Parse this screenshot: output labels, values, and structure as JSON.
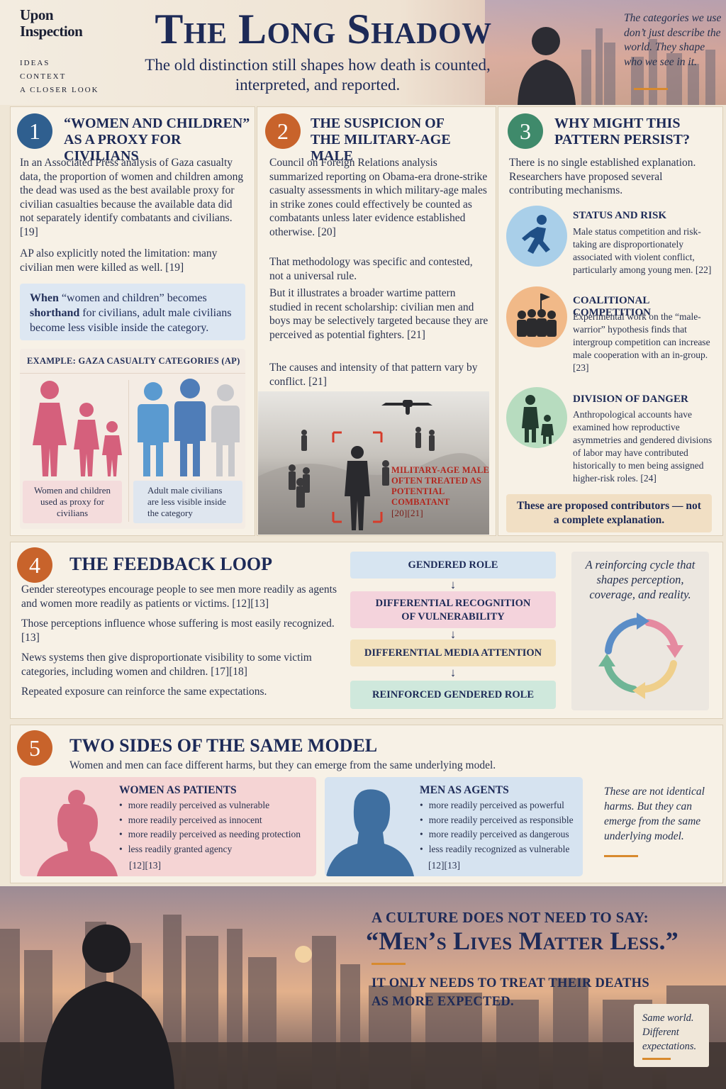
{
  "header": {
    "brand": "Upon Inspection",
    "nav": [
      "IDEAS",
      "CONTEXT",
      "A CLOSER LOOK"
    ],
    "title": "The Long Shadow",
    "subtitle": "The old distinction still shapes how death is counted, interpreted, and reported.",
    "quote": "The categories we use don’t just describe the world. They shape who we see in it."
  },
  "section1": {
    "number": "1",
    "title_line1": "“Women and children”",
    "title_line2": "as a proxy for civilians",
    "p1": "In an Associated Press analysis of Gaza casualty data, the proportion of women and children among the dead was used as the best available proxy for civilian casualties because the available data did not separately identify combatants and civilians. [19]",
    "p2": "AP also explicitly noted the limitation: many civilian men were killed as well. [19]",
    "callout_b1": "When",
    "callout_t1": " “women and children” becomes ",
    "callout_b2": "shorthand",
    "callout_t2": " for civilians, adult male civilians become less visible inside the category.",
    "example_title": "EXAMPLE: GAZA CASUALTY CATEGORIES (AP)",
    "caption_left": "Women and children used as proxy for civilians",
    "caption_right": "Adult male civilians are less visible inside the category"
  },
  "section2": {
    "number": "2",
    "title_line1": "The suspicion of",
    "title_line2": "the military-age male",
    "p1": "Council on Foreign Relations analysis summarized reporting on Obama-era drone-strike casualty assessments in which military-age males in strike zones could effectively be counted as combatants unless later evidence established otherwise. [20]",
    "p2": "That methodology was specific and contested, not a universal rule.",
    "p3": "But it illustrates a broader wartime pattern studied in recent scholarship: civilian men and boys may be selectively targeted because they are perceived as potential fighters. [21]",
    "p4": "The causes and intensity of that pattern vary by conflict. [21]",
    "image_label_lines": [
      "MILITARY-AGE MALE",
      "OFTEN TREATED AS",
      "POTENTIAL COMBATANT"
    ],
    "image_label_refs": "[20][21]"
  },
  "section3": {
    "number": "3",
    "title_line1": "Why might this",
    "title_line2": "pattern persist?",
    "intro": "There is no single established explanation. Researchers have proposed several contributing mechanisms.",
    "mechanisms": [
      {
        "title": "STATUS AND RISK",
        "text": "Male status competition and risk-taking are disproportionately associated with violent conflict, particularly among young men. [22]"
      },
      {
        "title": "COALITIONAL COMPETITION",
        "text": "Experimental work on the “male-warrior” hypothesis finds that intergroup competition can increase male cooperation with an in-group. [23]"
      },
      {
        "title": "DIVISION OF DANGER",
        "text": "Anthropological accounts have examined how reproductive asymmetries and gendered divisions of labor may have contributed historically to men being assigned higher-risk roles. [24]"
      }
    ],
    "note": "These are proposed contributors — not a complete explanation."
  },
  "section4": {
    "number": "4",
    "title": "The feedback loop",
    "p1": "Gender stereotypes encourage people to see men more readily as agents and women more readily as patients or victims. [12][13]",
    "p2": "Those perceptions influence whose suffering is most easily recognized. [13]",
    "p3": "News systems then give disproportionate visibility to some victim categories, including women and children. [17][18]",
    "p4": "Repeated exposure can reinforce the same expectations.",
    "flow": [
      {
        "label": "GENDERED ROLE",
        "color": "#d7e5f1"
      },
      {
        "label": "DIFFERENTIAL RECOGNITION OF VULNERABILITY",
        "color": "#f4d3dc"
      },
      {
        "label": "DIFFERENTIAL MEDIA ATTENTION",
        "color": "#f3e2bd"
      },
      {
        "label": "REINFORCED GENDERED ROLE",
        "color": "#cfe8dc"
      }
    ],
    "cycle_text": "A reinforcing cycle that shapes perception, coverage, and reality."
  },
  "section5": {
    "number": "5",
    "title": "Two sides of the same model",
    "intro": "Women and men can face different harms, but they can emerge from the same underlying model.",
    "women": {
      "title": "WOMEN AS PATIENTS",
      "items": [
        "more readily perceived as vulnerable",
        "more readily perceived as innocent",
        "more readily perceived as needing protection",
        "less readily granted agency"
      ],
      "refs": "[12][13]"
    },
    "men": {
      "title": "MEN AS AGENTS",
      "items": [
        "more readily perceived as powerful",
        "more readily perceived as responsible",
        "more readily perceived as dangerous",
        "less readily recognized as vulnerable"
      ],
      "refs": "[12][13]"
    },
    "note": "These are not identical harms. But they can emerge from the same underlying model."
  },
  "footer": {
    "line1": "A CULTURE DOES NOT NEED TO SAY:",
    "big": "“Men’s Lives Matter Less.”",
    "line3a": "IT ONLY NEEDS TO TREAT THEIR DEATHS",
    "line3b": "AS MORE EXPECTED.",
    "note": "Same world. Different expectations."
  },
  "colors": {
    "navy": "#1d2a57",
    "circle1": "#2f5f8f",
    "circle2": "#c8632b",
    "circle3": "#3f8a6b",
    "circle4": "#c8632b",
    "circle5": "#c8632b",
    "accent": "#d88a2e",
    "alert": "#b3261e"
  }
}
